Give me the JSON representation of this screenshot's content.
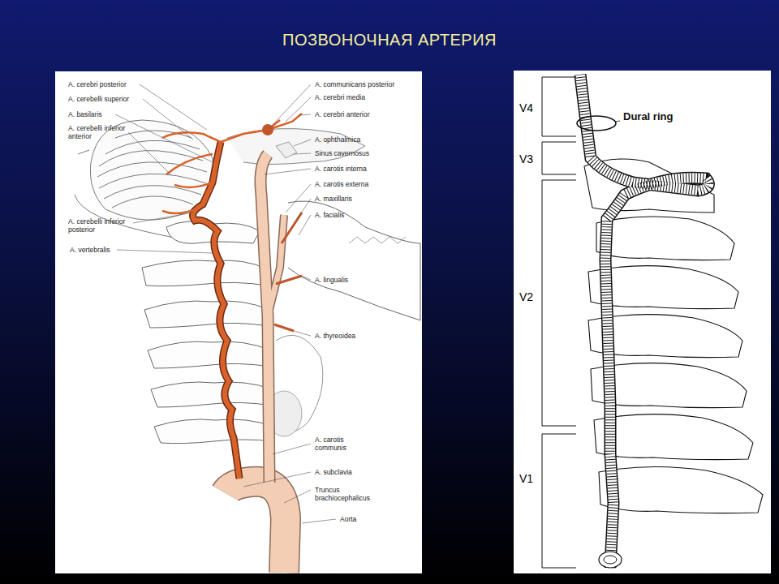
{
  "diagram": {
    "title": "ПОЗВОНОЧНАЯ АРТЕРИЯ",
    "labels": [
      "A. cerebri posterior",
      "A. cerebelli superior",
      "A. basilaris",
      "A. cerebelli inferior anterior",
      "A. cerebelli inferior posterior",
      "A. vertebralis",
      "A. communicans posterior",
      "A. cerebri media",
      "A. cerebri anterior",
      "A. ophthalmica",
      "Sinus cavernosus",
      "A. carotis interna",
      "A. carotis externa",
      "A. maxillaris",
      "A. facialis",
      "A. lingualis",
      "A. thyreoidea",
      "A. carotis communis",
      "A. subclavia",
      "Truncus brachiocephalicus",
      "Aorta",
      "V4",
      "V3",
      "V2",
      "V1",
      "Dural ring"
    ]
  }
}
